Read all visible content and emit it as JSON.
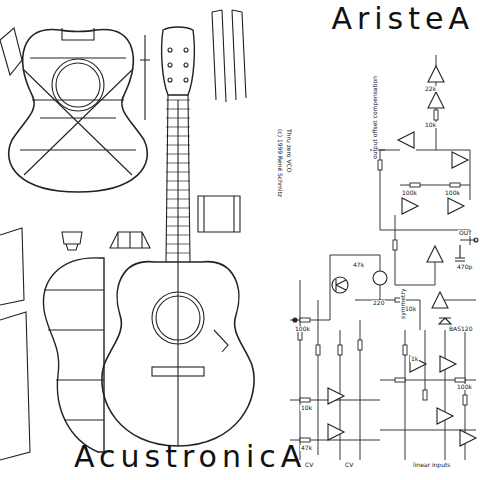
{
  "diagram": {
    "title": "AristeA",
    "caption": "AcustronicA",
    "labels": [
      "Thru zero VCO",
      "(c) 1999 René Schmitz",
      "22k",
      "10k",
      "output offset compensation",
      "100k",
      "100k",
      "OUT",
      "470p",
      "47k",
      "BAS120",
      "10k",
      "100k",
      "220",
      "1k",
      "100k",
      "10k",
      "47k",
      "CV",
      "CV",
      "linear inputs",
      "symmetry"
    ]
  }
}
